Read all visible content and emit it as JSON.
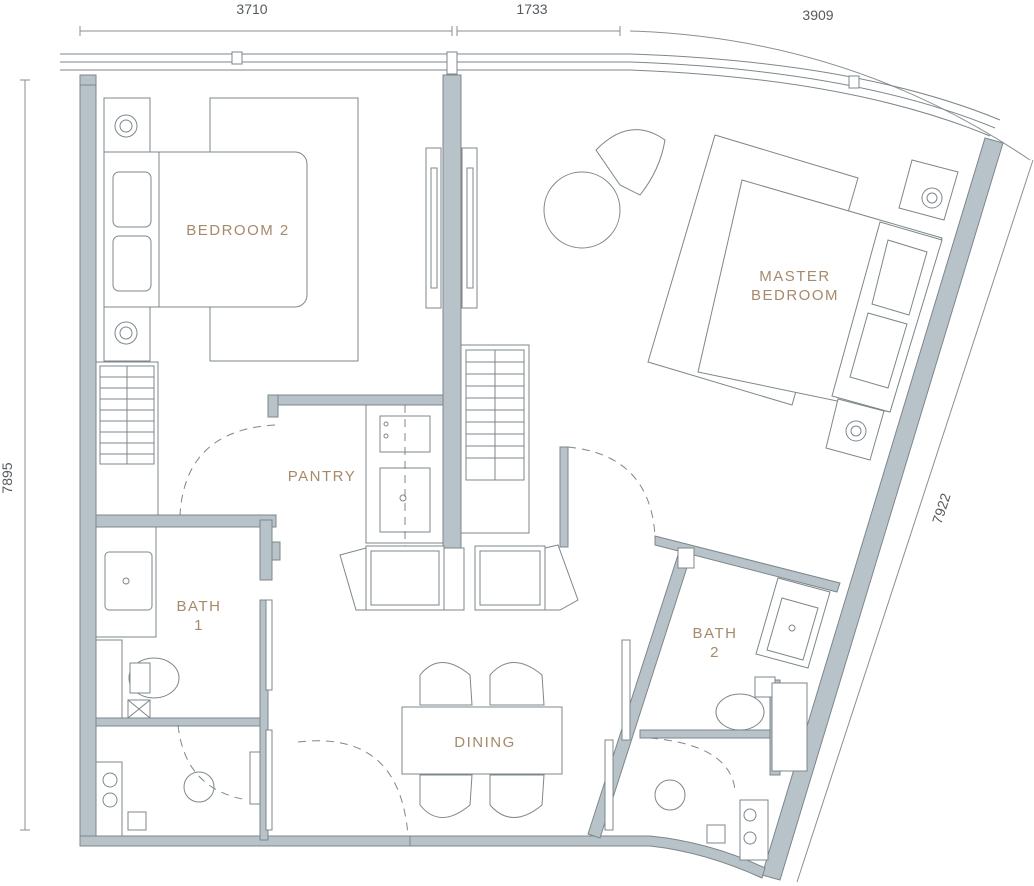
{
  "dimensions": {
    "top_left": "3710",
    "top_mid": "1733",
    "top_right": "3909",
    "left_height": "7895",
    "right_height": "7922"
  },
  "rooms": {
    "bedroom2": "BEDROOM 2",
    "master_line1": "MASTER",
    "master_line2": "BEDROOM",
    "pantry": "PANTRY",
    "bath1_line1": "BATH",
    "bath1_line2": "1",
    "bath2_line1": "BATH",
    "bath2_line2": "2",
    "dining": "DINING"
  },
  "colors": {
    "wall": "#b7c3c8",
    "line": "#7d878b",
    "label": "#a58a6c"
  }
}
